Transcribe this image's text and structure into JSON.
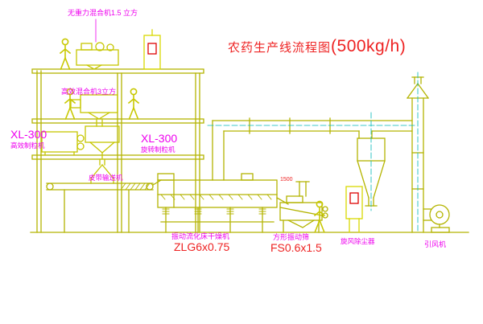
{
  "title": {
    "name": "农药生产线流程图",
    "capacity": "(500kg/h)"
  },
  "equipment_labels": {
    "top_mixer": "无重力混合机1.5 立方",
    "mid_mixer": "高效混合机3立方",
    "left_granulator_model": "XL-300",
    "left_granulator_name": "高效制粒机",
    "mid_granulator_model": "XL-300",
    "mid_granulator_name": "旋转制粒机",
    "belt_conveyor": "皮带输送机",
    "dryer_name": "振动流化床干燥机",
    "dryer_model": "ZLG6x0.75",
    "sieve_name": "方形振动筛",
    "sieve_model": "FS0.6x1.5",
    "cyclone": "旋风除尘器",
    "fan": "引风机",
    "dimension_1500": "1500"
  },
  "colors": {
    "line_olive": "#b4b400",
    "line_yellow": "#d8d800",
    "text_magenta": "#ee00ee",
    "text_red": "#ee2222",
    "panel_screen_red": "#dd0000",
    "centerline_cyan": "#00b8b8",
    "background": "#ffffff"
  }
}
